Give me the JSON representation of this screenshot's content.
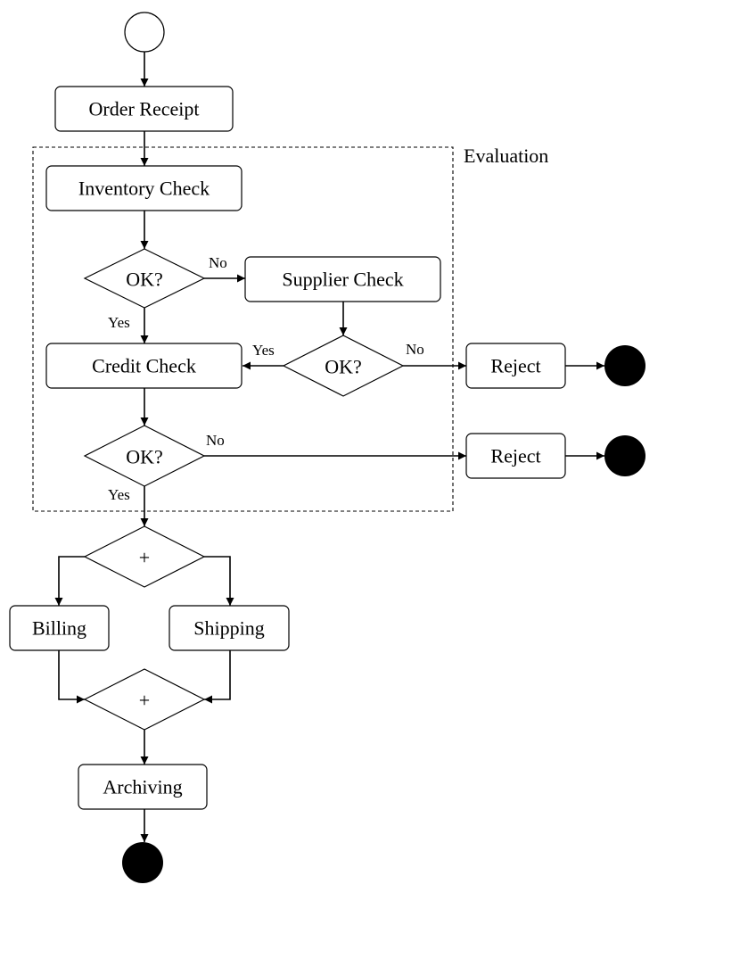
{
  "diagram": {
    "group_label": "Evaluation",
    "nodes": {
      "order_receipt": "Order Receipt",
      "inventory_check": "Inventory Check",
      "supplier_check": "Supplier Check",
      "credit_check": "Credit Check",
      "reject_1": "Reject",
      "reject_2": "Reject",
      "billing": "Billing",
      "shipping": "Shipping",
      "archiving": "Archiving"
    },
    "gateways": {
      "inventory_ok": "OK?",
      "supplier_ok": "OK?",
      "credit_ok": "OK?",
      "parallel_split": "+",
      "parallel_join": "+"
    },
    "edge_labels": {
      "inventory_no": "No",
      "inventory_yes": "Yes",
      "supplier_yes": "Yes",
      "supplier_no": "No",
      "credit_no": "No",
      "credit_yes": "Yes"
    }
  }
}
